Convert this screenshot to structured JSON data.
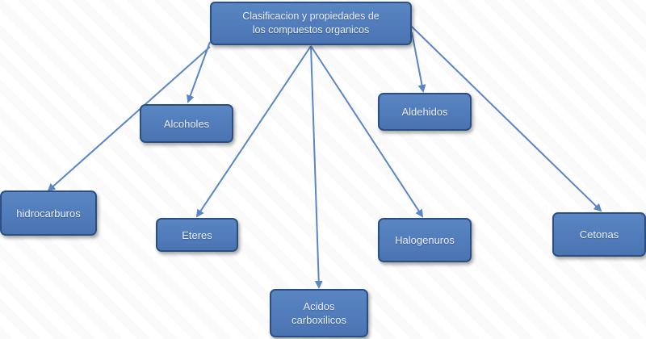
{
  "diagram": {
    "colors": {
      "box_fill": "#4f7cbc",
      "box_border": "#2c4f82",
      "text": "#e9eff8",
      "arrow": "#5b86c5"
    },
    "root": {
      "label": "Clasificacion y propiedades de\nlos compuestos organicos"
    },
    "nodes": {
      "hidrocarburos": {
        "label": "hidrocarburos"
      },
      "alcoholes": {
        "label": "Alcoholes"
      },
      "eteres": {
        "label": "Eteres"
      },
      "acidos": {
        "label": "Acidos\ncarboxilicos"
      },
      "halogenuros": {
        "label": "Halogenuros"
      },
      "aldehidos": {
        "label": "Aldehidos"
      },
      "cetonas": {
        "label": "Cetonas"
      }
    },
    "edges": [
      {
        "from": "root",
        "to": "hidrocarburos"
      },
      {
        "from": "root",
        "to": "alcoholes"
      },
      {
        "from": "root",
        "to": "eteres"
      },
      {
        "from": "root",
        "to": "acidos"
      },
      {
        "from": "root",
        "to": "halogenuros"
      },
      {
        "from": "root",
        "to": "aldehidos"
      },
      {
        "from": "root",
        "to": "cetonas"
      }
    ]
  }
}
